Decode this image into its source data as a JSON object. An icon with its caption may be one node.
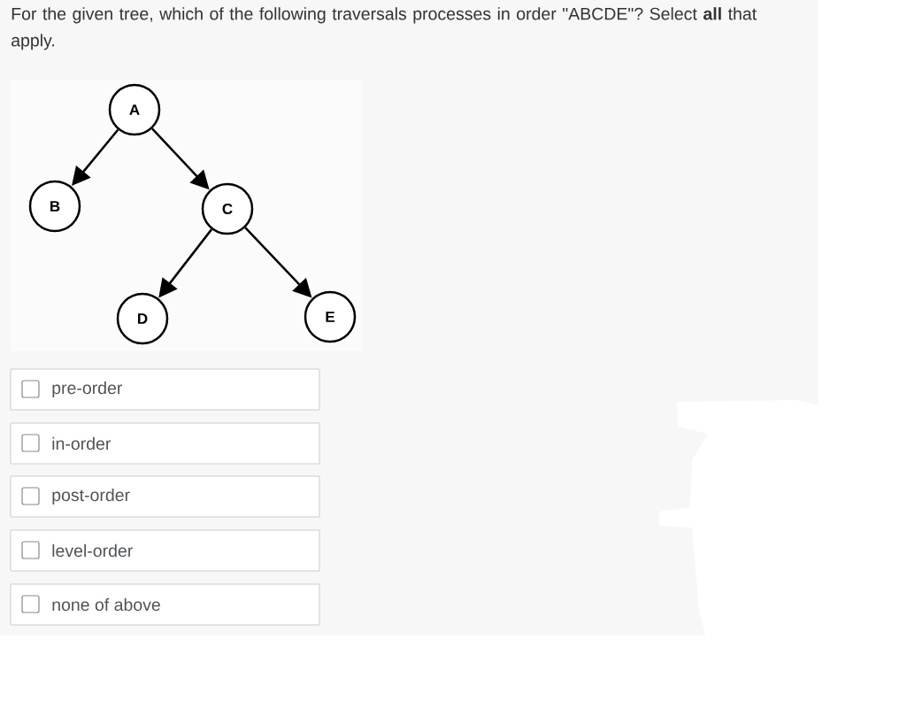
{
  "diagram": {
    "title": "For the given tree, which of the following traversals processes in order \"ABCDE\"? Select **all** that apply.",
    "nodes": [
      {
        "text": [
          "A"
        ]
      },
      {
        "text": [
          "B"
        ]
      },
      {
        "text": [
          "C"
        ]
      },
      {
        "text": [
          "D"
        ]
      },
      {
        "text": [
          "E"
        ]
      },
      {
        "text": [
          "pre-order"
        ]
      },
      {
        "text": [
          "in-order"
        ]
      },
      {
        "text": [
          "post-order"
        ]
      },
      {
        "text": [
          "level-order"
        ]
      },
      {
        "text": [
          "none of above"
        ]
      }
    ],
    "edges": [
      {
        "from": 0,
        "to": 1,
        "arrow": "to"
      },
      {
        "from": 0,
        "to": 2,
        "arrow": "to"
      },
      {
        "from": 2,
        "to": 3,
        "arrow": "to"
      },
      {
        "from": 2,
        "to": 4,
        "arrow": "to"
      }
    ]
  }
}
